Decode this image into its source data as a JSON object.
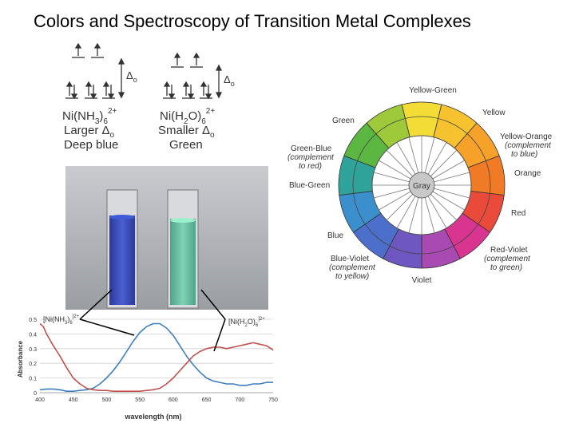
{
  "title": "Colors and Spectroscopy of Transition Metal Complexes",
  "complexes": [
    {
      "formula": "Ni(NH",
      "sub1": "3",
      "mid": ")",
      "sub2": "6",
      "charge": "2+",
      "line2": "Larger Δ",
      "line3": "Deep blue",
      "delta": "Δ",
      "delta_sub": "o"
    },
    {
      "formula": "Ni(H",
      "sub1": "2",
      "mid": "O)",
      "sub2": "6",
      "charge": "2+",
      "line2": "Smaller Δ",
      "line3": "Green",
      "delta": "Δ",
      "delta_sub": "o"
    }
  ],
  "wheel": {
    "center": "Gray",
    "labels": {
      "yellow_green": "Yellow-Green",
      "yellow": "Yellow",
      "yellow_orange": [
        "Yellow-Orange",
        "(complement",
        "to blue)"
      ],
      "orange": "Orange",
      "red": "Red",
      "red_violet": [
        "Red-Violet",
        "(complement",
        "to green)"
      ],
      "violet": "Violet",
      "blue_violet": [
        "Blue-Violet",
        "(complement",
        "to yellow)"
      ],
      "blue": "Blue",
      "blue_green": "Blue-Green",
      "green_blue": [
        "Green-Blue",
        "(complement",
        "to red)"
      ],
      "green": "Green"
    },
    "colors": [
      "#f3dc35",
      "#f7c230",
      "#f6a12a",
      "#f07a26",
      "#ea4a3a",
      "#d9348f",
      "#a94ab3",
      "#6e57c0",
      "#4b6fcb",
      "#3a8fcc",
      "#2fa39a",
      "#5cb642",
      "#9dc93a"
    ]
  },
  "chart_data": {
    "type": "line",
    "xlabel": "wavelength (nm)",
    "ylabel": "Absorbance",
    "xlim": [
      400,
      750
    ],
    "ylim": [
      0,
      0.5
    ],
    "xticks": [
      400,
      450,
      500,
      550,
      600,
      650,
      700,
      750
    ],
    "yticks": [
      0,
      0.1,
      0.2,
      0.3,
      0.4,
      0.5
    ],
    "series": [
      {
        "name": "[Ni(NH3)6]2+",
        "label_main": "[Ni(NH",
        "label_sub1": "3",
        "label_mid": ")",
        "label_sub2": "6",
        "label_sup": "]2+",
        "color": "#3d7ebf",
        "x": [
          400,
          410,
          420,
          430,
          440,
          450,
          460,
          470,
          480,
          490,
          500,
          510,
          520,
          530,
          540,
          550,
          560,
          570,
          580,
          590,
          600,
          610,
          620,
          630,
          640,
          650,
          660,
          670,
          680,
          690,
          700,
          710,
          720,
          730,
          740,
          750
        ],
        "y": [
          0.02,
          0.025,
          0.025,
          0.02,
          0.01,
          0.01,
          0.015,
          0.02,
          0.03,
          0.06,
          0.1,
          0.15,
          0.21,
          0.28,
          0.35,
          0.41,
          0.45,
          0.47,
          0.47,
          0.44,
          0.39,
          0.32,
          0.25,
          0.19,
          0.14,
          0.1,
          0.08,
          0.07,
          0.06,
          0.06,
          0.05,
          0.05,
          0.06,
          0.06,
          0.07,
          0.07
        ]
      },
      {
        "name": "[Ni(H2O)6]2+",
        "label_main": "[Ni(H",
        "label_sub1": "2",
        "label_mid": "O)",
        "label_sub2": "6",
        "label_sup": "]2+",
        "color": "#c0504d",
        "x": [
          400,
          405,
          410,
          420,
          430,
          440,
          450,
          460,
          470,
          480,
          490,
          500,
          510,
          520,
          530,
          540,
          550,
          560,
          570,
          580,
          590,
          600,
          610,
          620,
          630,
          640,
          650,
          660,
          670,
          680,
          690,
          700,
          710,
          720,
          730,
          740,
          750
        ],
        "y": [
          0.47,
          0.45,
          0.4,
          0.32,
          0.25,
          0.17,
          0.1,
          0.06,
          0.03,
          0.02,
          0.015,
          0.015,
          0.01,
          0.01,
          0.01,
          0.01,
          0.01,
          0.015,
          0.02,
          0.03,
          0.06,
          0.1,
          0.15,
          0.2,
          0.25,
          0.28,
          0.3,
          0.31,
          0.31,
          0.3,
          0.31,
          0.32,
          0.33,
          0.34,
          0.33,
          0.32,
          0.29
        ]
      }
    ]
  }
}
